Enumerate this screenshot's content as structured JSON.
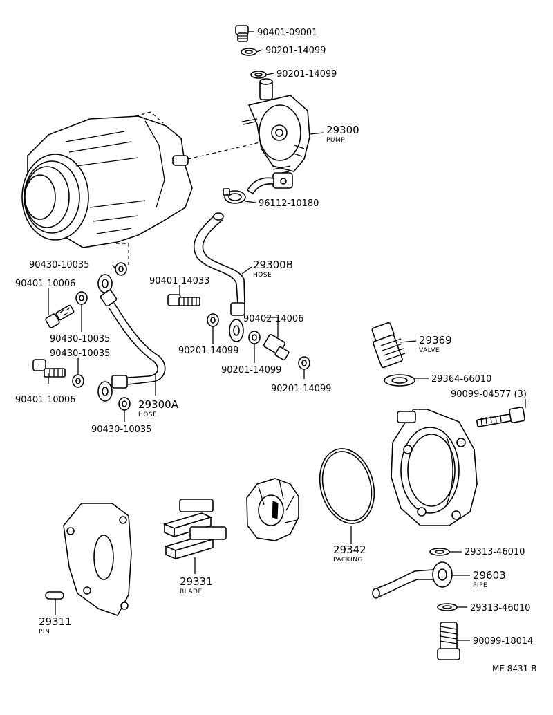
{
  "diagram_code": "ME 8431-B",
  "callouts": [
    {
      "part": "90401-09001",
      "desc": ""
    },
    {
      "part": "90201-14099",
      "desc": ""
    },
    {
      "part": "90201-14099",
      "desc": ""
    },
    {
      "part": "29300",
      "desc": "PUMP"
    },
    {
      "part": "96112-10180",
      "desc": ""
    },
    {
      "part": "90430-10035",
      "desc": ""
    },
    {
      "part": "90401-10006",
      "desc": ""
    },
    {
      "part": "90430-10035",
      "desc": ""
    },
    {
      "part": "90430-10035",
      "desc": ""
    },
    {
      "part": "90401-10006",
      "desc": ""
    },
    {
      "part": "29300A",
      "desc": "HOSE"
    },
    {
      "part": "90430-10035",
      "desc": ""
    },
    {
      "part": "90401-14033",
      "desc": ""
    },
    {
      "part": "29300B",
      "desc": "HOSE"
    },
    {
      "part": "90402-14006",
      "desc": ""
    },
    {
      "part": "90201-14099",
      "desc": ""
    },
    {
      "part": "90201-14099",
      "desc": ""
    },
    {
      "part": "90201-14099",
      "desc": ""
    },
    {
      "part": "29369",
      "desc": "VALVE"
    },
    {
      "part": "29364-66010",
      "desc": ""
    },
    {
      "part": "90099-04577 (3)",
      "desc": ""
    },
    {
      "part": "29342",
      "desc": "PACKING"
    },
    {
      "part": "29331",
      "desc": "BLADE"
    },
    {
      "part": "29311",
      "desc": "PIN"
    },
    {
      "part": "29313-46010",
      "desc": ""
    },
    {
      "part": "29603",
      "desc": "PIPE"
    },
    {
      "part": "29313-46010",
      "desc": ""
    },
    {
      "part": "90099-18014",
      "desc": ""
    }
  ]
}
